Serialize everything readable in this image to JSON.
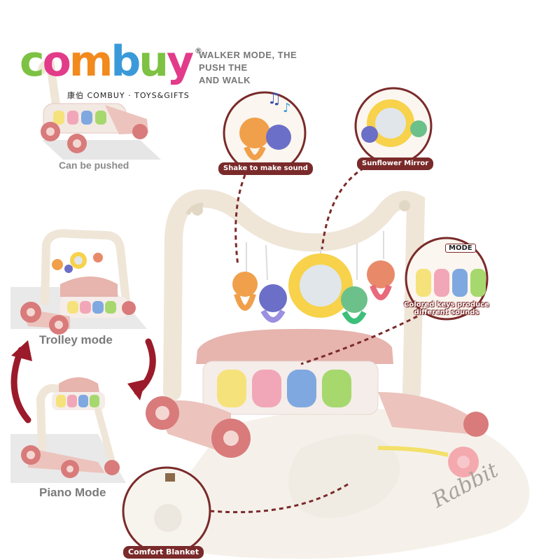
{
  "brand": {
    "name_letters": [
      "c",
      "o",
      "m",
      "b",
      "u",
      "y"
    ],
    "letter_colors": [
      "#7dc243",
      "#e23b8a",
      "#f28a1d",
      "#3a9ad9",
      "#7dc243",
      "#e23b8a"
    ],
    "registered": "®",
    "subtitle": "康伯  COMBUY · TOYS&GIFTS"
  },
  "intro_text": {
    "line1": "WALKER MODE, THE",
    "line2": "PUSH THE",
    "line3": "AND WALK"
  },
  "modes": {
    "pushed_caption": "Can be pushed",
    "trolley_caption": "Trolley mode",
    "piano_caption": "Piano Mode"
  },
  "features": {
    "shake": "Shake to make sound",
    "mirror": "Sunflower Mirror",
    "keys_line1": "Colored keys produce",
    "keys_line2": "different sounds",
    "mode_tag": "MODE",
    "blanket": "Comfort Blanket"
  },
  "mat_script": "Rabbit",
  "colors": {
    "frame": "#efe6d8",
    "pink": "#e9a9a4",
    "wheel": "#d97b7b",
    "arrow": "#9b1b2a",
    "dashed": "#7a2a2a",
    "key_blue": "#7fa8e0",
    "key_pink": "#f1a7b7",
    "key_yellow": "#f6e27a",
    "key_green": "#a6d86e"
  }
}
